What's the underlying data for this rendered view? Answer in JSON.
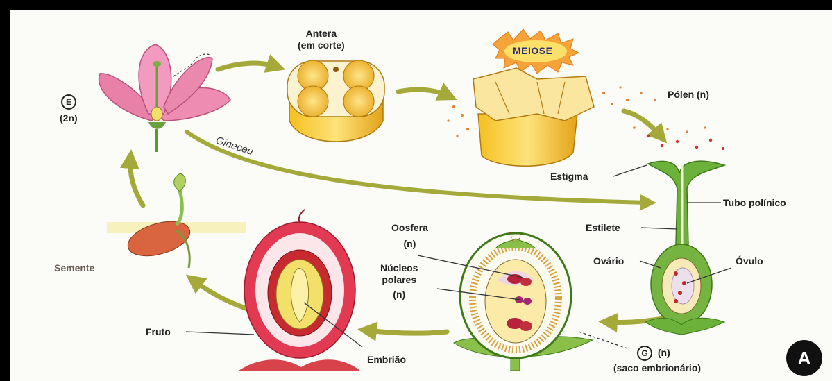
{
  "labels": {
    "antera_line1": "Antera",
    "antera_line2": "(em corte)",
    "meiose": "MEIOSE",
    "polen": "Pólen (n)",
    "e_symbol": "E",
    "e_ploidy": "(2n)",
    "gineceu": "Gineceu",
    "estigma": "Estigma",
    "tubo_polinico": "Tubo polínico",
    "estilete": "Estilete",
    "ovario": "Ovário",
    "ovulo": "Óvulo",
    "oosfera_line1": "Oosfera",
    "oosfera_line2": "(n)",
    "nucleos_line1": "Núcleos",
    "nucleos_line2": "polares",
    "nucleos_line3": "(n)",
    "semente": "Semente",
    "fruto": "Fruto",
    "embriao": "Embrião",
    "g_symbol": "G",
    "g_ploidy": "(n)",
    "saco": "(saco embrionário)",
    "badge": "A"
  },
  "colors": {
    "arrow": "#a4a93a",
    "petal": "#e880a8",
    "anther": "#f2c630",
    "stem": "#5d9a2c",
    "fruit": "#d23c50",
    "embryo_sac": "#f3e06a",
    "nuclei": "#b8223a"
  }
}
